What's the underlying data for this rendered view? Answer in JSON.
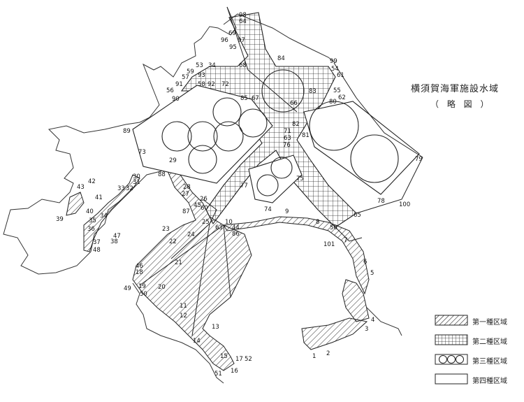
{
  "title": "横須賀海軍施設水域",
  "subtitle": "（ 略 図 ）",
  "legend": [
    {
      "pattern": "diagonal",
      "label": "第一種区域"
    },
    {
      "pattern": "grid",
      "label": "第二種区域"
    },
    {
      "pattern": "circles",
      "label": "第三種区域"
    },
    {
      "pattern": "blank",
      "label": "第四種区域"
    }
  ],
  "point_labels": [
    "98",
    "64",
    "69",
    "96",
    "97",
    "95",
    "53",
    "34",
    "68",
    "59",
    "57",
    "93",
    "91",
    "58",
    "92",
    "72",
    "56",
    "90",
    "84",
    "99",
    "54",
    "61",
    "83",
    "55",
    "62",
    "80",
    "85",
    "67",
    "66",
    "89",
    "82",
    "71",
    "63",
    "76",
    "81",
    "73",
    "79",
    "30",
    "31",
    "28",
    "29",
    "88",
    "27",
    "26",
    "33",
    "32",
    "77",
    "42",
    "43",
    "41",
    "75",
    "74",
    "78",
    "100",
    "65",
    "56",
    "9",
    "8",
    "87",
    "45",
    "60",
    "25",
    "10",
    "44",
    "86",
    "63",
    "40",
    "39",
    "35",
    "34",
    "36",
    "47",
    "38",
    "37",
    "48",
    "23",
    "22",
    "24",
    "101",
    "7",
    "21",
    "46",
    "18",
    "19",
    "20",
    "49",
    "50",
    "6",
    "5",
    "11",
    "12",
    "13",
    "4",
    "3",
    "14",
    "2",
    "1",
    "15",
    "17",
    "52",
    "16",
    "51"
  ]
}
